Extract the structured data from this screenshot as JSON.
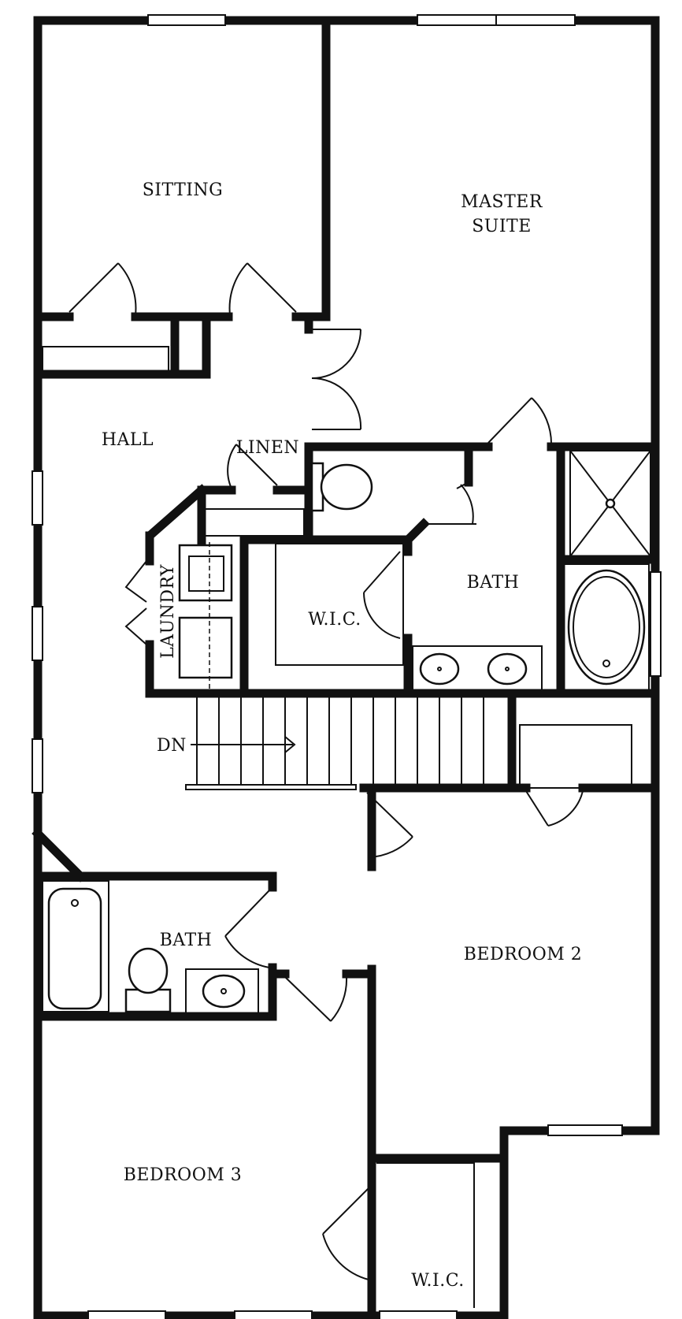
{
  "plan": {
    "rooms": {
      "sitting": "SITTING",
      "master_suite_line1": "MASTER",
      "master_suite_line2": "SUITE",
      "hall": "HALL",
      "linen": "LINEN",
      "laundry": "LAUNDRY",
      "wic_master": "W.I.C.",
      "bath_master": "BATH",
      "dn": "DN",
      "bath_hall": "BATH",
      "bedroom2": "BEDROOM 2",
      "bedroom3": "BEDROOM 3",
      "wic_bed2": "W.I.C."
    },
    "colors": {
      "wall": "#111111",
      "background": "#ffffff"
    }
  }
}
